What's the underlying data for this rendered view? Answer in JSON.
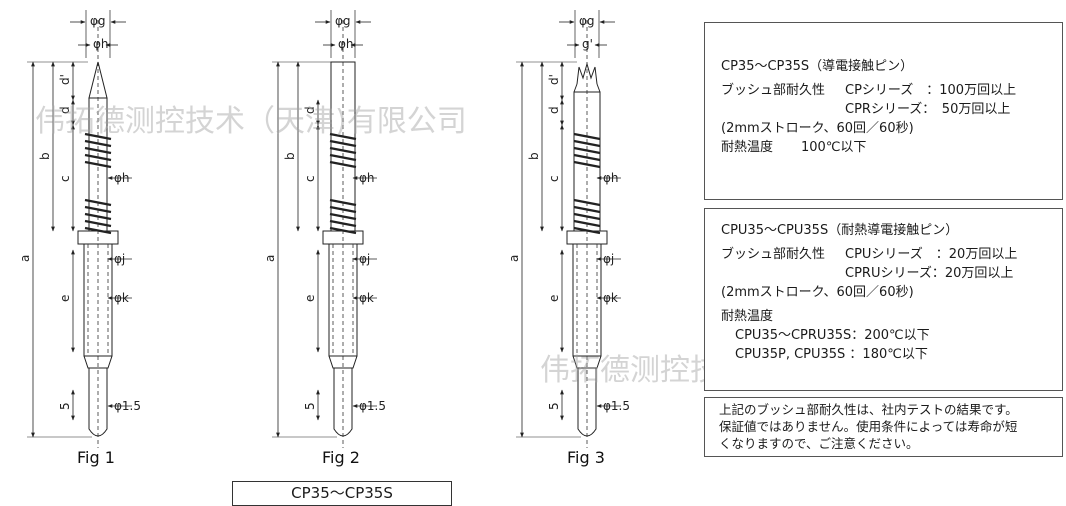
{
  "labels": {
    "phi_g": "φg",
    "phi_h": "φh",
    "g_prime": "g'",
    "d_prime": "d'",
    "d": "d",
    "b": "b",
    "c": "c",
    "a": "a",
    "e": "e",
    "phi_j": "φj",
    "phi_k": "φk",
    "five": "5",
    "phi_15": "φ1.5"
  },
  "figures": [
    "Fig 1",
    "Fig 2",
    "Fig 3"
  ],
  "watermark": "伟拓德测控技术（天津)有限公司",
  "box1": {
    "title": "CP35～CP35S（導電接触ピン）",
    "label": "ブッシュ部耐久性",
    "line1": "CPシリーズ　：100万回以上",
    "line2": "CPRシリーズ：　50万回以上",
    "note": "(2mmストローク、60回／60秒)",
    "heat_label": "耐熱温度",
    "heat_value": "100℃以下"
  },
  "box2": {
    "title": "CPU35～CPU35S（耐熱導電接触ピン）",
    "label": "ブッシュ部耐久性",
    "line1": "CPUシリーズ　：20万回以上",
    "line2": "CPRUシリーズ：20万回以上",
    "note": "(2mmストローク、60回／60秒)",
    "heat_label": "耐熱温度",
    "heat1": "CPU35～CPRU35S：200℃以下",
    "heat2": "CPU35P, CPU35S ：180℃以下"
  },
  "box3": {
    "line1": "上記のブッシュ部耐久性は、社内テストの結果です。",
    "line2": "保証値ではありません。使用条件によっては寿命が短",
    "line3": "くなりますので、ご注意ください。"
  },
  "bottom_tab": "CP35～CP35S"
}
